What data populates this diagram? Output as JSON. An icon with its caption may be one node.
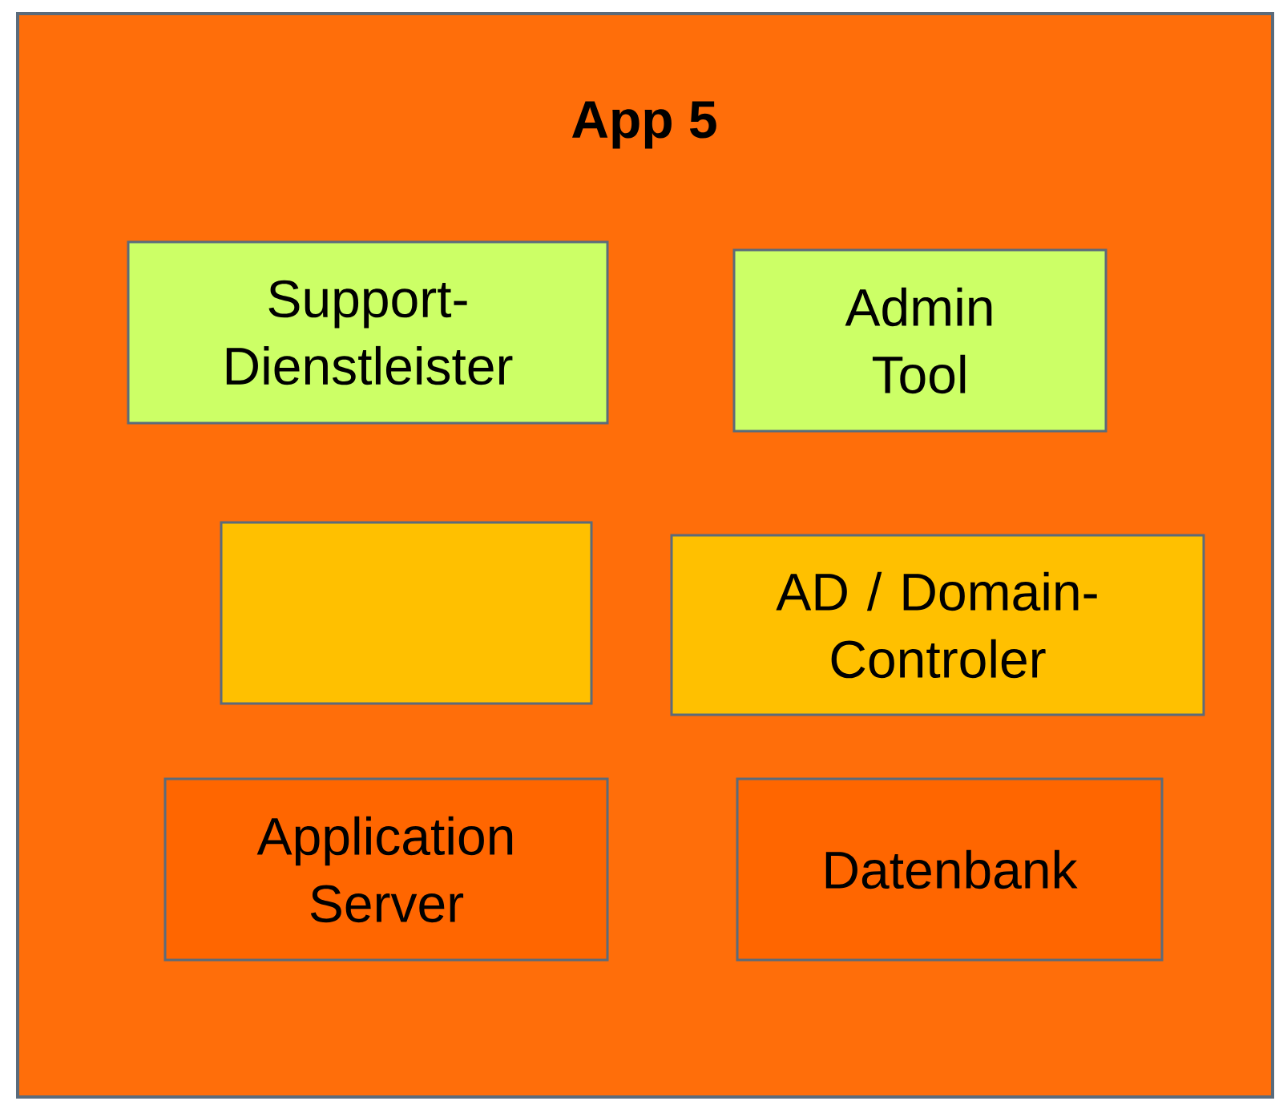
{
  "diagram": {
    "nodes": [
      {
        "text": [
          "App 5"
        ]
      },
      {
        "text": [
          "Support-Dienstleister"
        ],
        "in": 0
      },
      {
        "text": [
          "Admin Tool"
        ],
        "in": 0
      },
      {
        "text": [],
        "shape": "box",
        "in": 0
      },
      {
        "text": [
          "AD / Domain-Controler"
        ],
        "in": 0
      },
      {
        "text": [
          "Application Server"
        ],
        "in": 0
      },
      {
        "text": [
          "Datenbank"
        ],
        "in": 0
      }
    ]
  }
}
